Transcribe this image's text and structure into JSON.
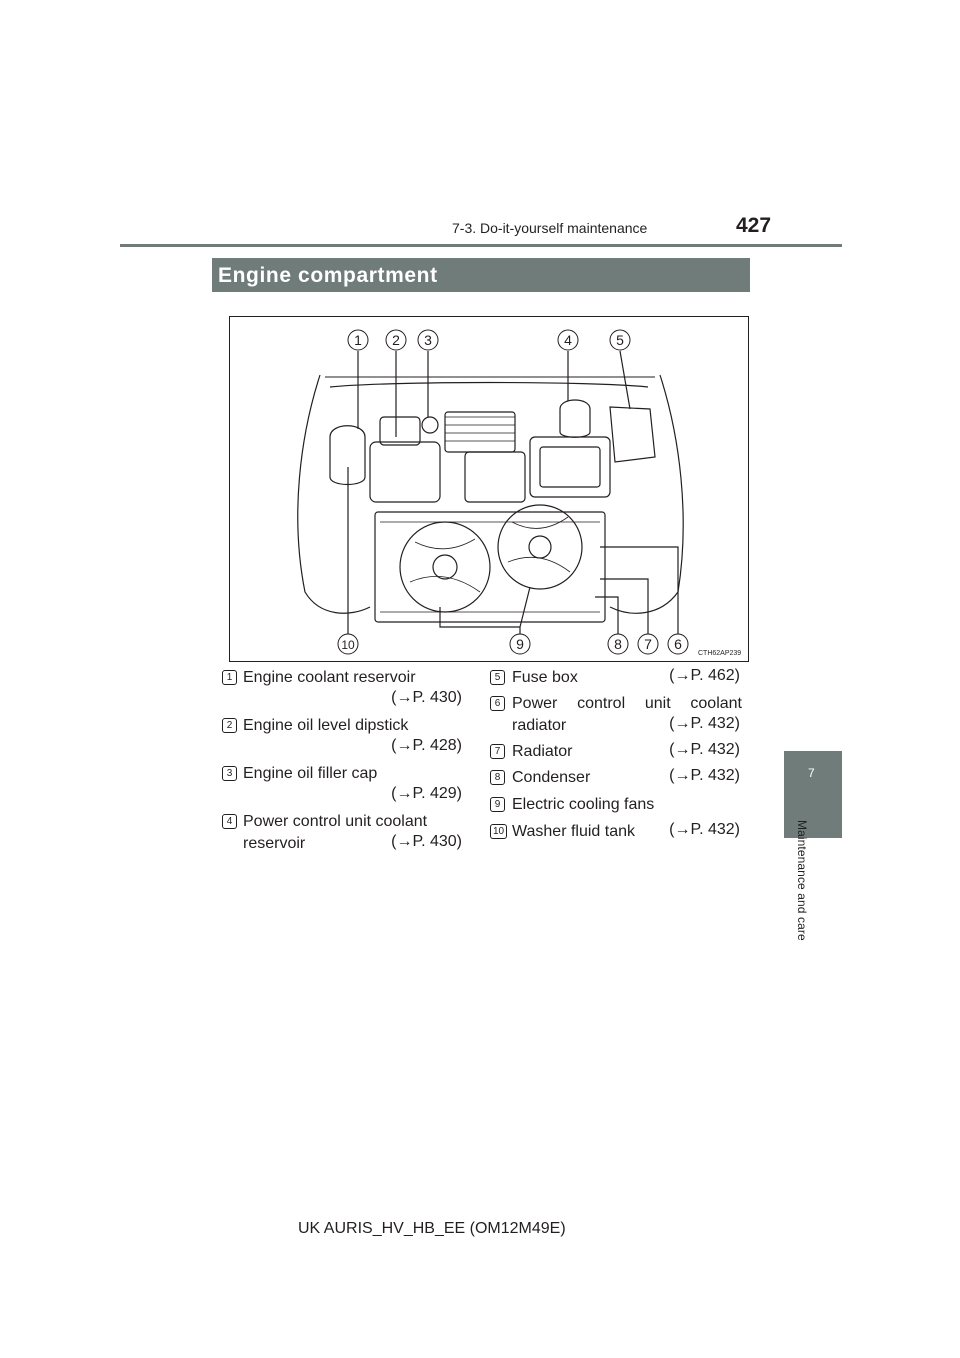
{
  "header": {
    "section": "7-3. Do-it-yourself maintenance",
    "page_number": "427"
  },
  "side_tab": {
    "chapter_number": "7",
    "chapter_title": "Maintenance and care"
  },
  "section_title": "Engine compartment",
  "figure": {
    "code": "CTH62AP239",
    "callouts": [
      "1",
      "2",
      "3",
      "4",
      "5",
      "6",
      "7",
      "8",
      "9",
      "10"
    ]
  },
  "items": [
    {
      "num": "1",
      "label": "Engine coolant reservoir",
      "ref": "(→P. 430)"
    },
    {
      "num": "2",
      "label": "Engine oil level dipstick",
      "ref": "(→P. 428)"
    },
    {
      "num": "3",
      "label": "Engine oil filler cap",
      "ref": "(→P. 429)"
    },
    {
      "num": "4",
      "label": "Power control unit coolant",
      "label2": "reservoir",
      "ref": "(→P. 430)"
    },
    {
      "num": "5",
      "label": "Fuse box",
      "ref": "(→P. 462)"
    },
    {
      "num": "6",
      "label": "Power control unit coolant",
      "label2": "radiator",
      "ref": "(→P. 432)"
    },
    {
      "num": "7",
      "label": "Radiator",
      "ref": "(→P. 432)"
    },
    {
      "num": "8",
      "label": "Condenser",
      "ref": "(→P. 432)"
    },
    {
      "num": "9",
      "label": "Electric cooling fans"
    },
    {
      "num": "10",
      "label": "Washer fluid tank",
      "ref": "(→P. 432)"
    }
  ],
  "footer": "UK AURIS_HV_HB_EE (OM12M49E)"
}
